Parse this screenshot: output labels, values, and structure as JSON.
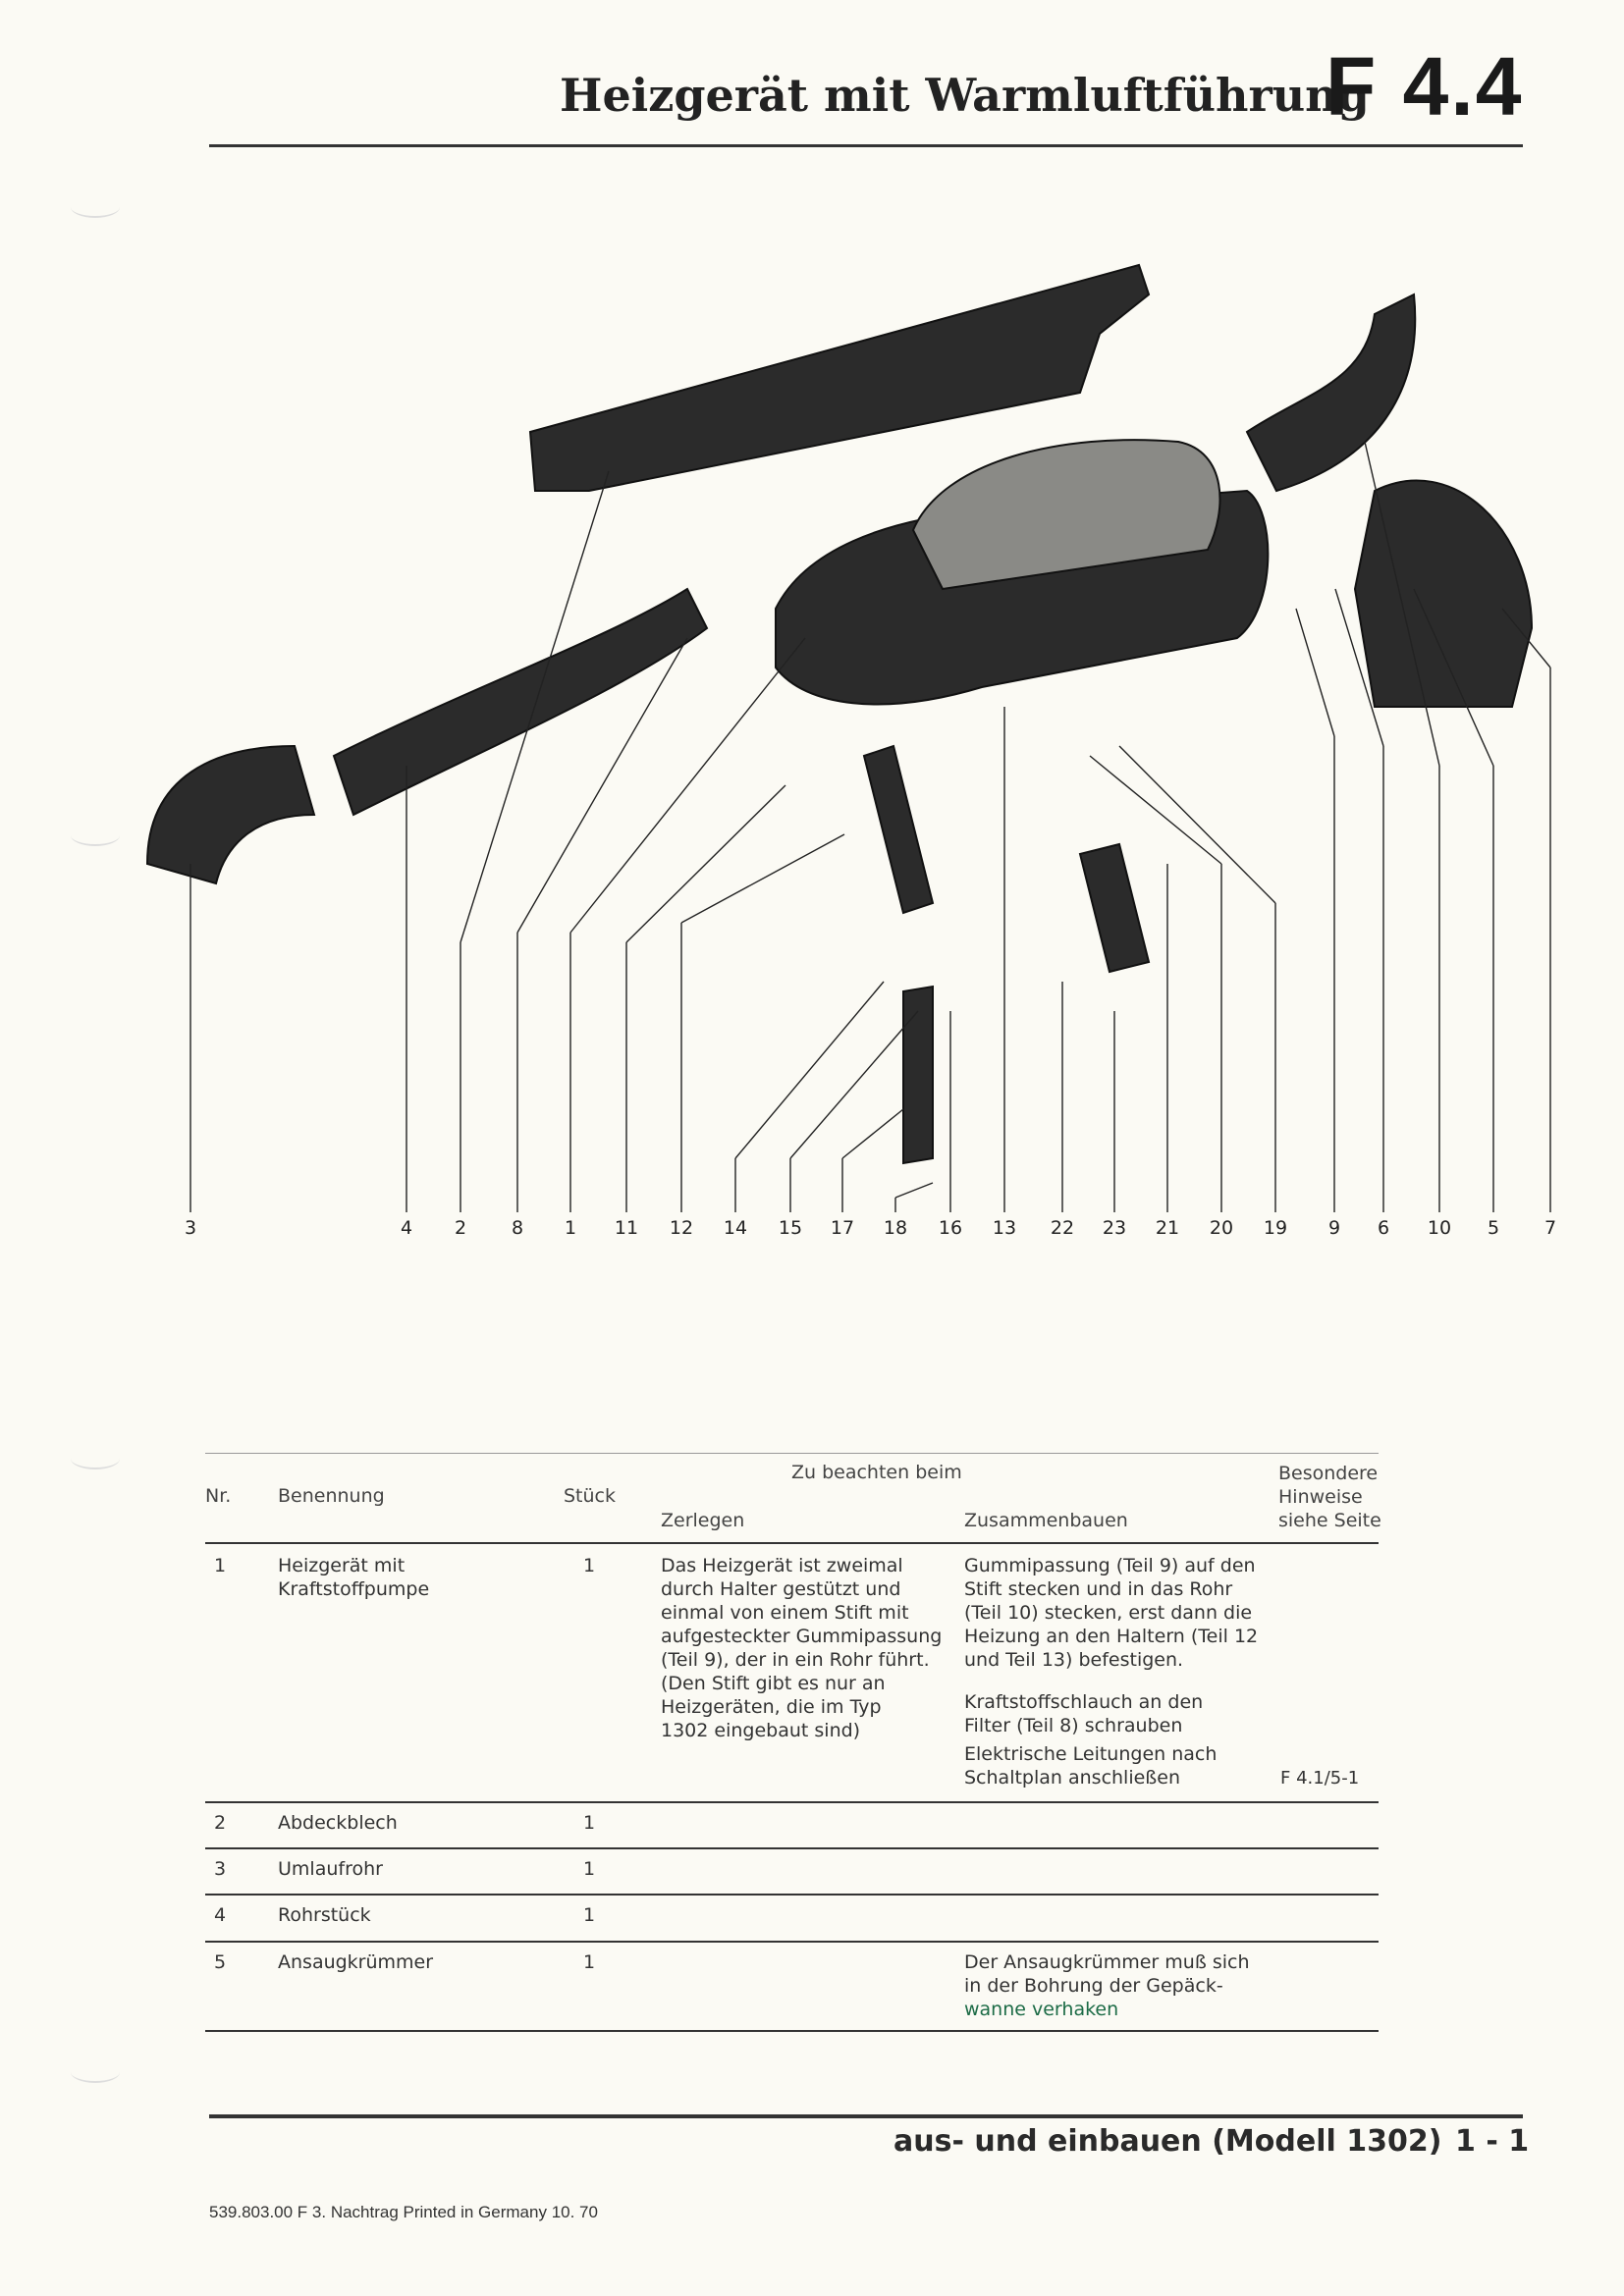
{
  "header": {
    "title": "Heizgerät mit Warmluftführung",
    "section": "F 4.4"
  },
  "diagram": {
    "callouts": [
      "3",
      "4",
      "2",
      "8",
      "1",
      "11",
      "12",
      "14",
      "15",
      "17",
      "18",
      "16",
      "13",
      "22",
      "23",
      "21",
      "20",
      "19",
      "9",
      "6",
      "10",
      "5",
      "7"
    ]
  },
  "table": {
    "headers": {
      "nr": "Nr.",
      "benennung": "Benennung",
      "stueck": "Stück",
      "group": "Zu beachten beim",
      "zerlegen": "Zerlegen",
      "zusammenbauen": "Zusammenbauen",
      "hinweise": [
        "Besondere",
        "Hinweise",
        "siehe Seite"
      ]
    },
    "rows": [
      {
        "nr": "1",
        "benennung": [
          "Heizgerät mit",
          "Kraftstoffpumpe"
        ],
        "stueck": "1",
        "zerlegen": [
          "Das Heizgerät ist zweimal",
          "durch Halter gestützt und",
          "einmal von einem Stift mit",
          "aufgesteckter Gummipassung",
          "(Teil 9), der in ein Rohr führt.",
          "(Den Stift gibt es nur an",
          "Heizgeräten, die im Typ",
          "1302 eingebaut sind)"
        ],
        "zusammenbauen": [
          [
            "Gummipassung (Teil 9) auf den",
            "Stift stecken und in das Rohr",
            "(Teil 10) stecken, erst dann die",
            "Heizung an den Haltern (Teil 12",
            "und Teil 13) befestigen."
          ],
          [
            "Kraftstoffschlauch an den",
            "Filter (Teil 8) schrauben"
          ],
          [
            "Elektrische Leitungen nach",
            "Schaltplan anschließen"
          ]
        ],
        "hinweise": "F 4.1/5-1"
      },
      {
        "nr": "2",
        "benennung": "Abdeckblech",
        "stueck": "1"
      },
      {
        "nr": "3",
        "benennung": "Umlaufrohr",
        "stueck": "1"
      },
      {
        "nr": "4",
        "benennung": "Rohrstück",
        "stueck": "1"
      },
      {
        "nr": "5",
        "benennung": "Ansaugkrümmer",
        "stueck": "1",
        "zusammenbauen": [
          "Der Ansaugkrümmer muß sich",
          "in der Bohrung der Gepäck-",
          "wanne verhaken"
        ]
      }
    ]
  },
  "footer": {
    "title": "aus- und einbauen (Modell 1302)",
    "page": "1 - 1",
    "printline": "539.803.00  F  3. Nachtrag  Printed in Germany  10. 70"
  }
}
